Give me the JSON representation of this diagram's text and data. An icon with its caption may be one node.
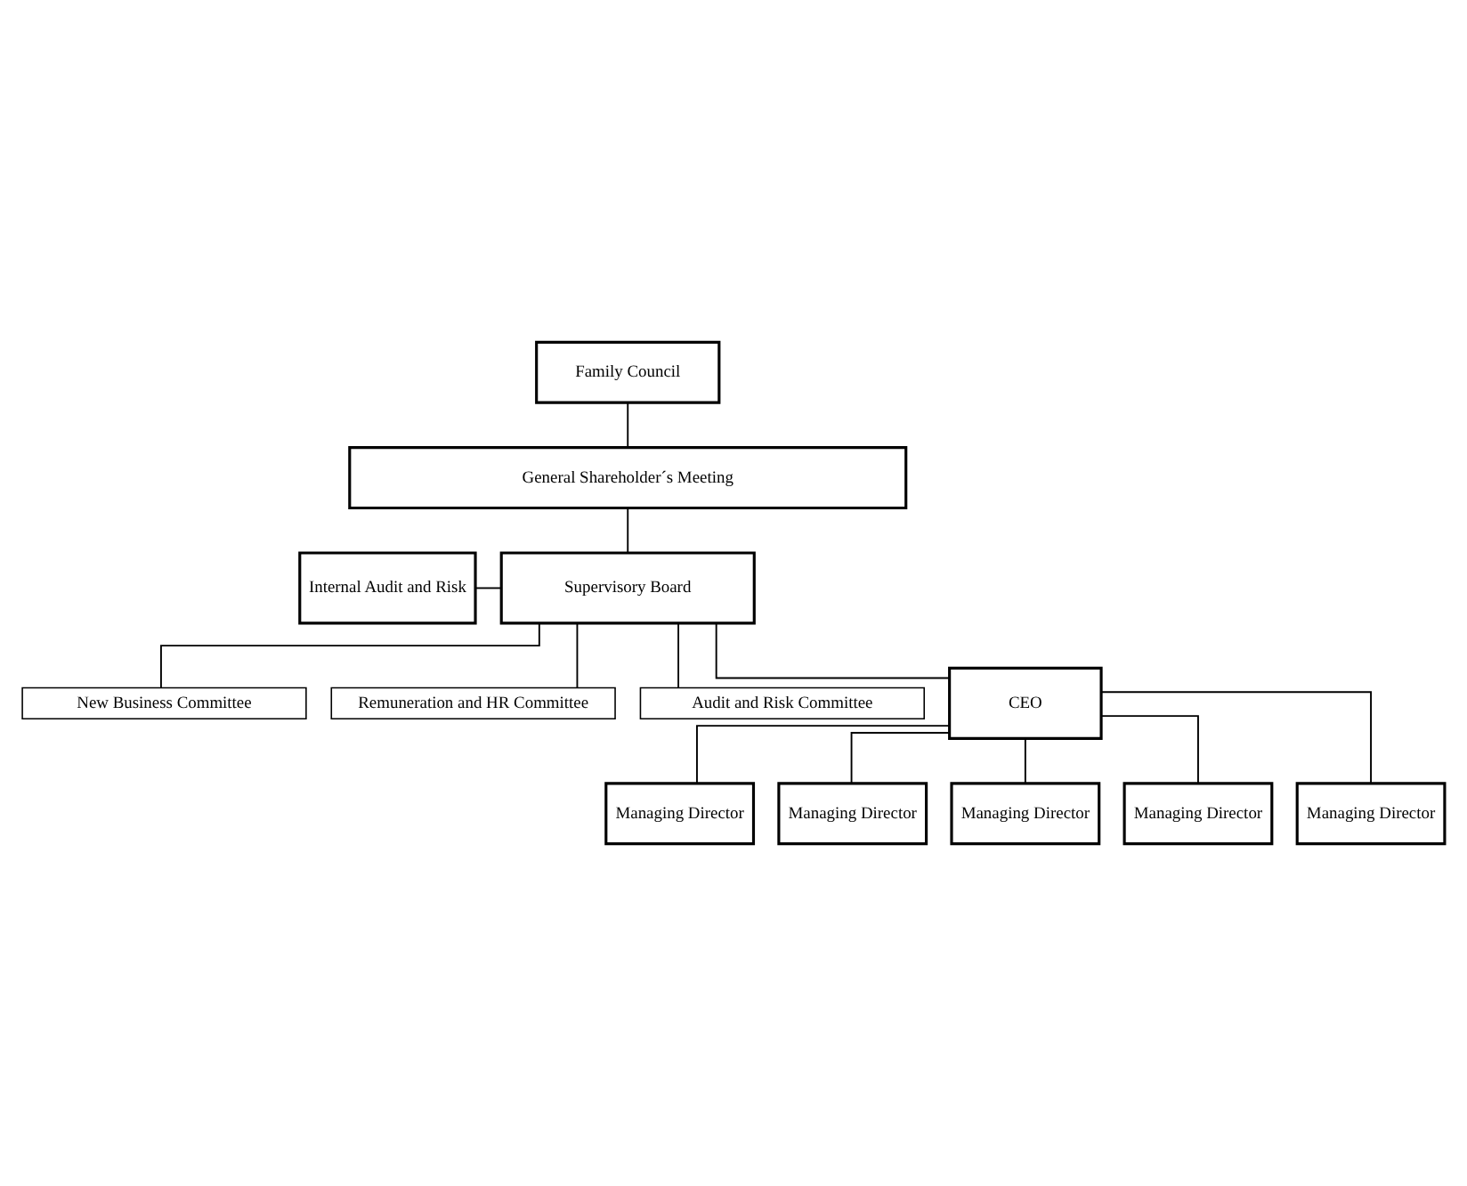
{
  "diagram": {
    "nodes": [
      {
        "text": [
          "Family Council"
        ]
      },
      {
        "text": [
          "General Shareholder´s Meeting"
        ]
      },
      {
        "text": [
          "Internal Audit and Risk"
        ]
      },
      {
        "text": [
          "Supervisory Board"
        ]
      },
      {
        "text": [
          "New Business Committee"
        ]
      },
      {
        "text": [
          "Remuneration and HR Committee"
        ]
      },
      {
        "text": [
          "Audit and Risk Committee"
        ]
      },
      {
        "text": [
          "CEO"
        ]
      },
      {
        "text": [
          "Managing Director"
        ]
      },
      {
        "text": [
          "Managing Director"
        ]
      },
      {
        "text": [
          "Managing Director"
        ]
      },
      {
        "text": [
          "Managing Director"
        ]
      },
      {
        "text": [
          "Managing Director"
        ]
      }
    ],
    "edges": [
      {
        "from": 0,
        "to": 1,
        "arrow": "none"
      },
      {
        "from": 1,
        "to": 3,
        "arrow": "none"
      },
      {
        "from": 2,
        "to": 3,
        "arrow": "none"
      },
      {
        "from": 3,
        "to": 4,
        "arrow": "none"
      },
      {
        "from": 3,
        "to": 5,
        "arrow": "none"
      },
      {
        "from": 3,
        "to": 6,
        "arrow": "none"
      },
      {
        "from": 3,
        "to": 7,
        "arrow": "none"
      },
      {
        "from": 7,
        "to": 8,
        "arrow": "none"
      },
      {
        "from": 7,
        "to": 9,
        "arrow": "none"
      },
      {
        "from": 7,
        "to": 10,
        "arrow": "none"
      },
      {
        "from": 7,
        "to": 11,
        "arrow": "none"
      },
      {
        "from": 7,
        "to": 12,
        "arrow": "none"
      }
    ]
  }
}
